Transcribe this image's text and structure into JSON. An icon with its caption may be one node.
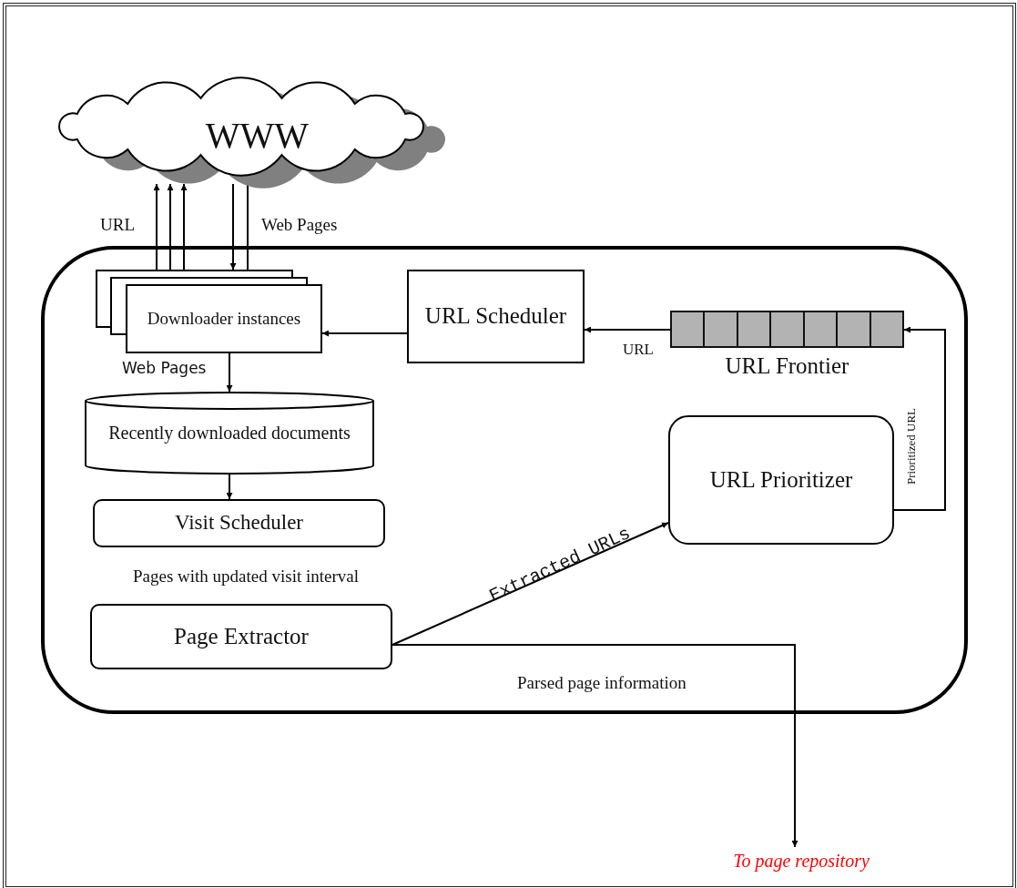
{
  "diagram": {
    "nodes": [
      {
        "text": [
          "WWW"
        ]
      },
      {
        "text": [],
        "shape": "box"
      },
      {
        "text": [
          "Downloader instances"
        ],
        "in": 1
      },
      {
        "text": [
          "URL Scheduler"
        ],
        "in": 1
      },
      {
        "text": [
          "URL Frontier"
        ],
        "in": 1
      },
      {
        "text": [
          "Recently downloaded documents"
        ],
        "in": 1
      },
      {
        "text": [
          "Visit Scheduler"
        ],
        "in": 1
      },
      {
        "text": [
          "URL Prioritizer"
        ],
        "in": 1
      },
      {
        "text": [
          "Page Extractor"
        ],
        "in": 1
      },
      {
        "text": [
          "To page repository"
        ]
      }
    ],
    "edges": [
      {
        "from": 2,
        "to": 0,
        "arrow": "to",
        "label": "URL"
      },
      {
        "from": 2,
        "to": 0,
        "arrow": "to"
      },
      {
        "from": 2,
        "to": 0,
        "arrow": "to"
      },
      {
        "from": 0,
        "to": 2,
        "arrow": "to"
      },
      {
        "from": 0,
        "to": 2,
        "arrow": "none",
        "label": "Web Pages"
      },
      {
        "from": 3,
        "to": 2,
        "arrow": "to"
      },
      {
        "from": 4,
        "to": 3,
        "arrow": "to",
        "label": "URL"
      },
      {
        "from": 7,
        "to": 4,
        "arrow": "to",
        "label": "Prioritized URL"
      },
      {
        "from": 2,
        "to": 5,
        "arrow": "to",
        "label": "Web Pages"
      },
      {
        "from": 5,
        "to": 6,
        "arrow": "to"
      },
      {
        "from": 8,
        "to": 7,
        "arrow": "to",
        "label": "Extracted URLs"
      },
      {
        "from": 8,
        "to": 9,
        "arrow": "to",
        "label": "Parsed page information"
      }
    ],
    "labels": [
      "Pages with updated visit interval"
    ]
  }
}
